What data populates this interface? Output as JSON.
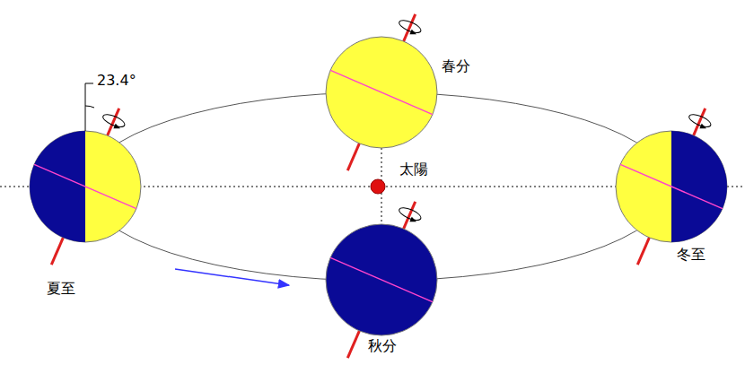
{
  "diagram": {
    "labels": [
      "23.4°",
      "春分",
      "太陽",
      "夏至",
      "秋分",
      "冬至"
    ]
  }
}
